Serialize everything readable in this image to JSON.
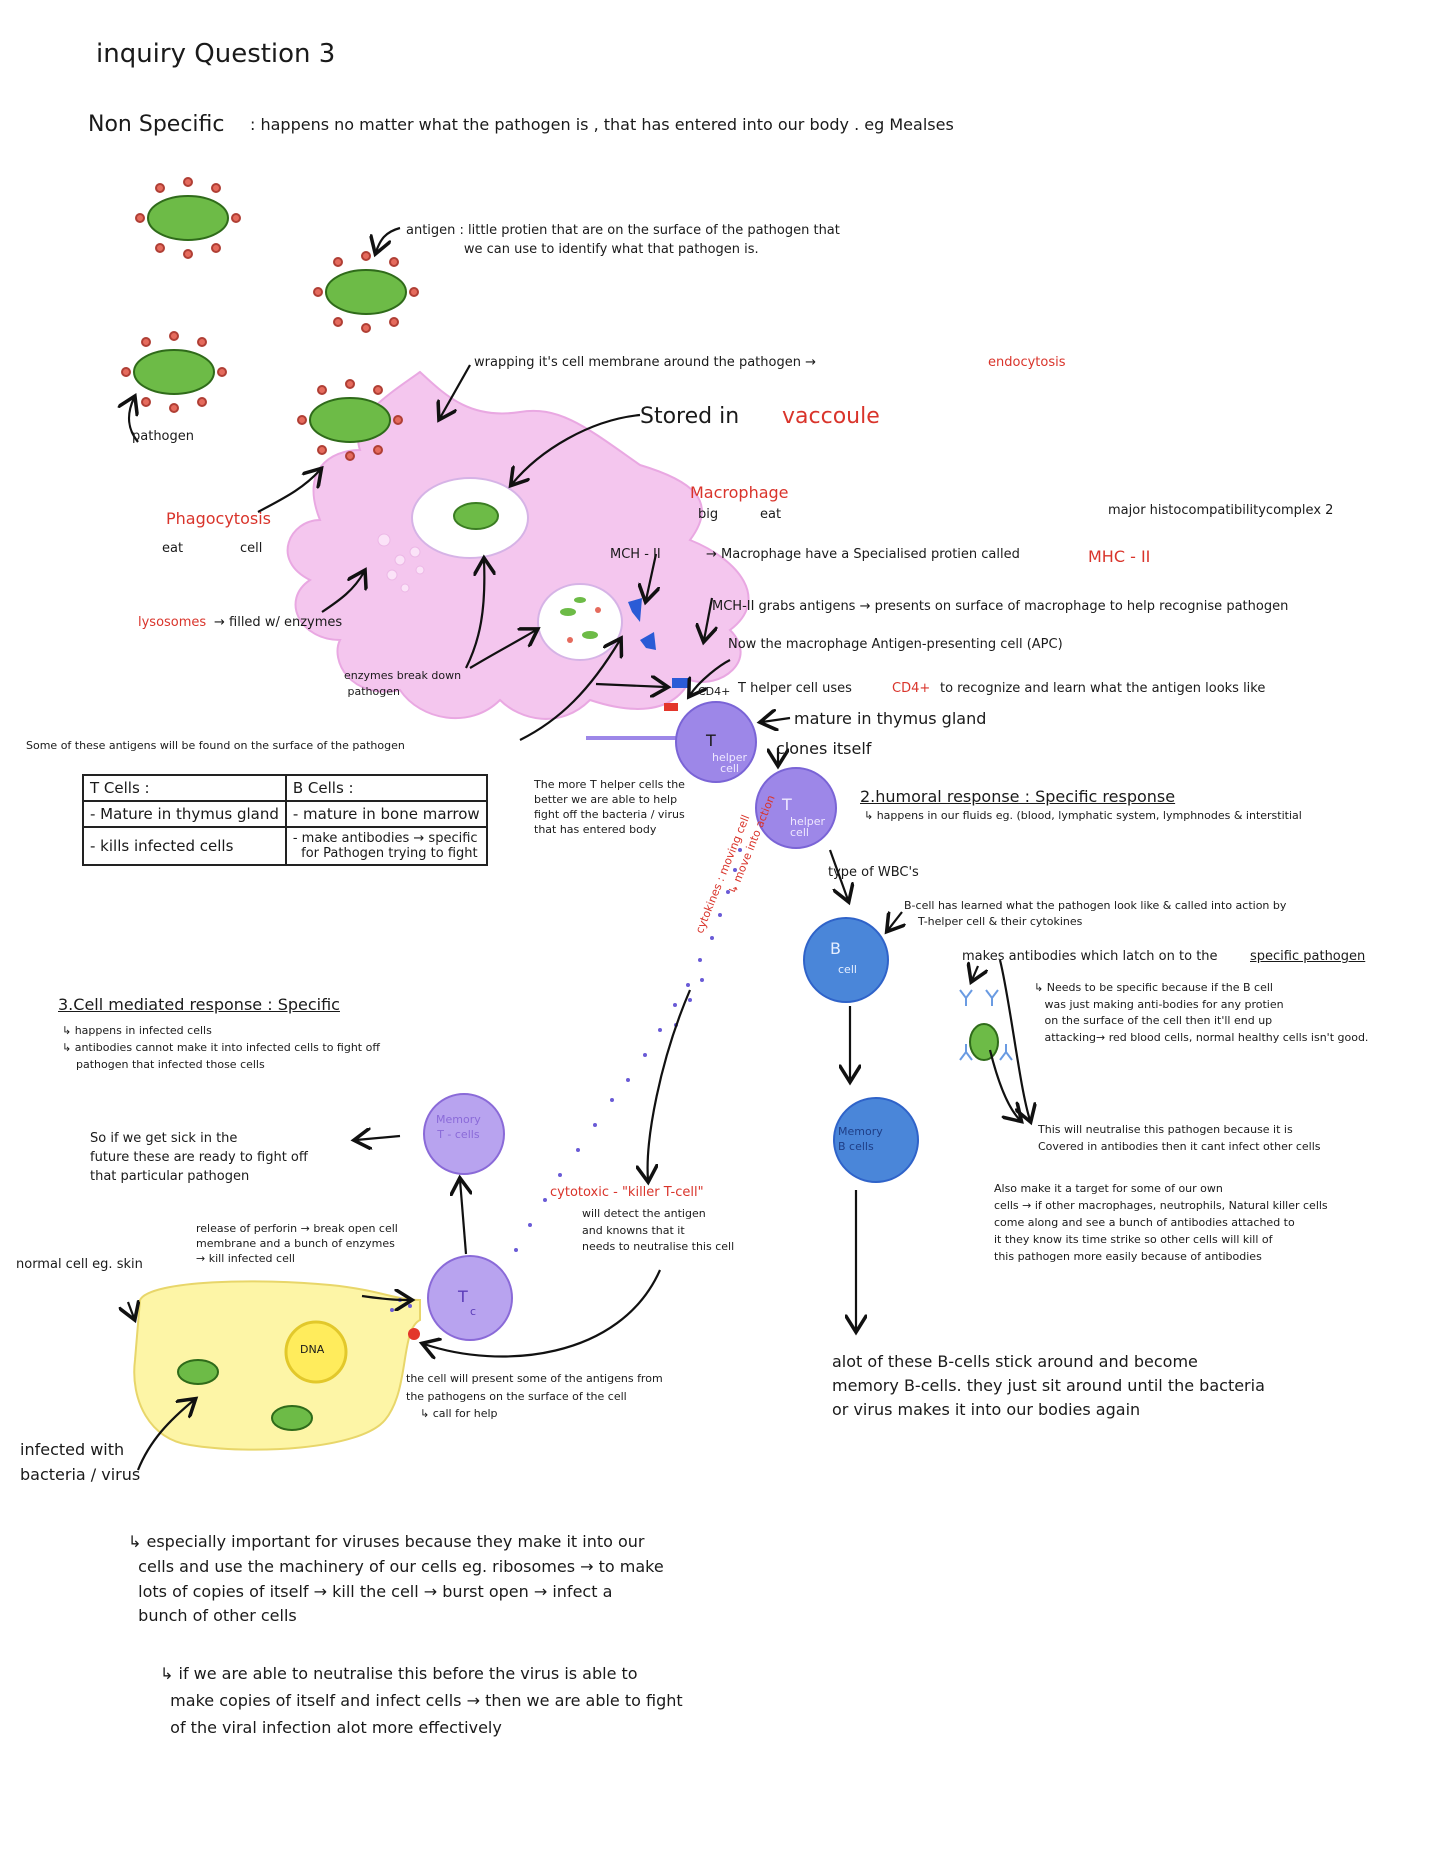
{
  "header": {
    "title": "inquiry Question 3"
  },
  "nonspecific": {
    "heading": "Non Specific",
    "text": ": happens no matter what the pathogen is , that has entered into our body . eg Mealses"
  },
  "labels": {
    "antigen": "antigen : little protien that are on the surface of the pathogen that\n              we can use to identify what that pathogen is.",
    "pathogen": "pathogen",
    "wrapping": "wrapping it's cell membrane around the pathogen →",
    "endocytosis": "endocytosis",
    "stored": "Stored in",
    "vaccoule": "vaccoule",
    "phagocytosis": "Phagocytosis",
    "phago_eat": "eat",
    "phago_cell": "cell",
    "macrophage": "Macrophage",
    "macro_big": "big",
    "macro_eat": "eat",
    "mhc_full": "major histocompatibilitycomplex 2",
    "mch_label": "MCH - II",
    "macro_have": "→ Macrophage have a Specialised protien called",
    "mhc": "MHC - II",
    "lysosomes": "lysosomes",
    "lyso_rest": "→ filled w/ enzymes",
    "mch_grabs": "MCH-II grabs antigens → presents on surface of macrophage to help recognise pathogen",
    "apc": "Now the macrophage Antigen-presenting cell (APC)",
    "enzymes": "enzymes break down\n pathogen",
    "cd4_prefix": "CD4+",
    "t_helper_uses": "T helper cell uses",
    "cd4": "CD4+",
    "t_helper_rest": "to recognize and learn what the antigen looks like",
    "mature": "mature in thymus gland",
    "some_antigens": "Some of these antigens will be found on the surface of the pathogen",
    "clones": "clones itself",
    "more_t": "The more T helper cells the\nbetter we are able to help\nfight off the bacteria / virus\nthat has entered body",
    "humoral_title": "2.humoral response : Specific response",
    "humoral_sub": "↳ happens in our fluids eg. (blood, lymphatic system, lymphnodes & interstitial",
    "type_wbc": "type of WBC's",
    "bcell_learned": "B-cell has learned what the pathogen look like & called into action by\n    T-helper cell & their cytokines",
    "makes": "makes antibodies which latch on to the",
    "specific_pathogen": "specific pathogen",
    "needs": "↳ Needs to be specific because if the B cell\n   was just making anti-bodies for any protien\n   on the surface of the cell then it'll end up\n   attacking→ red blood cells, normal healthy cells isn't good.",
    "cytokines": "cytokines : moving cell\n              ↳ move into action",
    "cell_mediated_title": "3.Cell mediated response : Specific",
    "cell_mediated_body": "↳ happens in infected cells\n↳ antibodies cannot make it into infected cells to fight off\n    pathogen that infected those cells",
    "so_if": "So if we get sick in the\nfuture these are ready to fight off\nthat particular pathogen",
    "neutralise": "This will neutralise this pathogen because it is\nCovered in antibodies then it cant infect other cells",
    "also": "Also make it a target for some of our own\ncells → if other macrophages, neutrophils, Natural killer cells\ncome along and see a bunch of antibodies attached to\nit they know its time strike so other cells will kill of\nthis pathogen more easily because of antibodies",
    "cytotoxic": "cytotoxic - \"killer T-cell\"",
    "will_detect": "will detect the antigen\nand knowns that it\nneeds to neutralise this cell",
    "release": "release of perforin → break open cell\nmembrane and a bunch of enzymes\n→ kill infected cell",
    "normal_cell": "normal cell eg. skin",
    "cell_present": "the cell will present some of the antigens from\nthe pathogens on the surface of the cell\n    ↳ call for help",
    "alot": "alot of these B-cells stick around and become\nmemory B-cells. they just sit around until the bacteria\nor virus makes it into our bodies again",
    "infected_with": "infected with\nbacteria / virus",
    "especially": "↳ especially important for viruses because they make it into our\n  cells and use the machinery of our cells eg. ribosomes → to make\n  lots of copies of itself → kill the cell → burst open → infect a\n  bunch of other cells",
    "if_neutralise": "↳ if we are able to neutralise this before the virus is able to\n  make copies of itself and infect cells → then we are able to fight\n  of the viral infection alot more effectively"
  },
  "cells": {
    "t_helper_1": "T",
    "t_helper_1_sub": "helper\ncell",
    "t_helper_2": "T",
    "t_helper_2_sub": "helper\ncell",
    "b_cell": "B",
    "b_cell_sub": "cell",
    "memory_t": "Memory\nT - cells",
    "memory_b": "Memory\nB cells",
    "tc": "T",
    "tc_sub": "c",
    "dna": "DNA"
  },
  "table": {
    "headers": [
      "T Cells :",
      "B Cells :"
    ],
    "rows": [
      [
        "- Mature in thymus gland",
        "- mature in bone marrow"
      ],
      [
        "- kills infected cells",
        "- make antibodies → specific\n  for Pathogen trying to fight"
      ]
    ]
  },
  "colors": {
    "red": "#d9342b",
    "purple": "#8a6ad8",
    "macrophage": "#f4c6ee",
    "pathogen": "#6dbb47"
  }
}
